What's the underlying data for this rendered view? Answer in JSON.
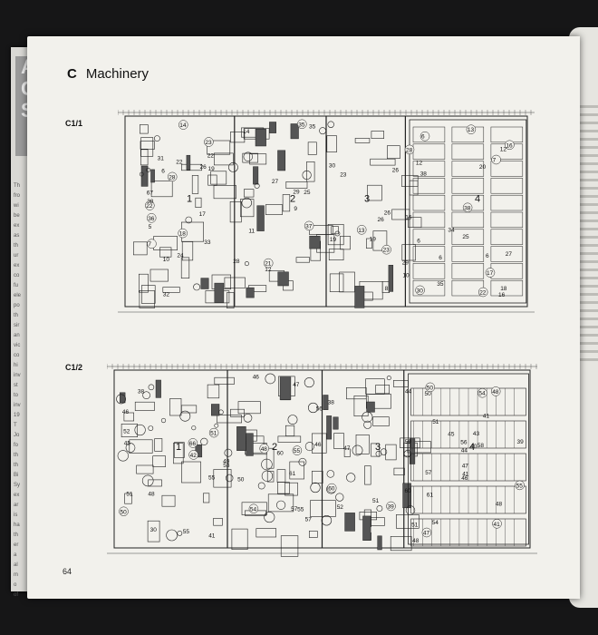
{
  "section": {
    "letter": "C",
    "title": "Machinery"
  },
  "figures": [
    {
      "label": "C1/1"
    },
    {
      "label": "C1/2"
    }
  ],
  "page_number": "64",
  "under_page": {
    "heading": [
      "A",
      "C",
      "S"
    ],
    "fragments": [
      "Th",
      "fro",
      "wi",
      "be",
      "ex",
      "as",
      "th",
      "ur",
      "ex",
      "co",
      "fu",
      "ele",
      "po",
      "th",
      "sir",
      "an",
      "vic",
      "co",
      "hi",
      "inv",
      "st",
      "to",
      "inv",
      "19",
      "T",
      "Jo",
      "fo",
      "th",
      "th",
      "Bi",
      "Sy",
      "ex",
      "ar",
      "is",
      "ha",
      "th",
      "er",
      "a",
      "al",
      "m",
      "o",
      "of"
    ]
  },
  "plan1": {
    "rooms": [
      "1",
      "2",
      "3",
      "4"
    ],
    "callouts": [
      "26",
      "25",
      "27",
      "23",
      "6",
      "26",
      "25",
      "27",
      "24",
      "23",
      "67",
      "22",
      "18",
      "22",
      "33",
      "21",
      "32",
      "34",
      "16",
      "16",
      "17",
      "31",
      "38",
      "19",
      "20",
      "19",
      "6",
      "15",
      "17",
      "18",
      "38",
      "19",
      "22",
      "28",
      "28",
      "26",
      "30",
      "29",
      "26",
      "30",
      "29",
      "28",
      "23",
      "22",
      "14",
      "14",
      "36",
      "35",
      "35",
      "37",
      "38",
      "35",
      "13",
      "6",
      "11",
      "10",
      "12",
      "8",
      "5",
      "7",
      "12",
      "13",
      "6",
      "6",
      "9",
      "7",
      "10",
      "12"
    ]
  },
  "plan2": {
    "rooms": [
      "1",
      "2",
      "3",
      "4"
    ],
    "callouts": [
      "61",
      "57",
      "61",
      "56",
      "47",
      "48",
      "47",
      "46",
      "48",
      "60",
      "60",
      "55",
      "46",
      "45",
      "50",
      "44",
      "41",
      "40",
      "66",
      "55",
      "55",
      "51",
      "51",
      "41",
      "49",
      "52",
      "56",
      "38",
      "38",
      "46",
      "53",
      "54",
      "57",
      "51",
      "39",
      "39",
      "42",
      "41",
      "48",
      "47",
      "46",
      "50",
      "52",
      "50",
      "55",
      "54",
      "51",
      "51",
      "50",
      "55",
      "43",
      "41",
      "54",
      "59",
      "57",
      "58",
      "60",
      "48",
      "48",
      "47",
      "45",
      "44",
      "30"
    ]
  }
}
